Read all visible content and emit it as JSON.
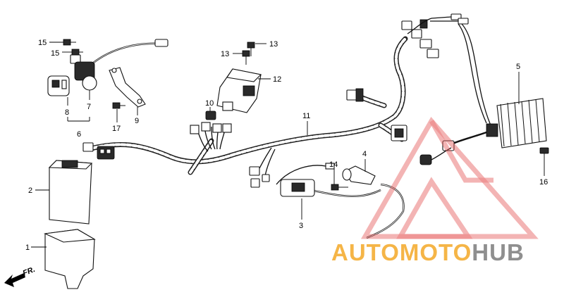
{
  "callouts": [
    {
      "id": "c15a",
      "text": "15"
    },
    {
      "id": "c15b",
      "text": "15"
    },
    {
      "id": "c8",
      "text": "8"
    },
    {
      "id": "c7",
      "text": "7"
    },
    {
      "id": "c6",
      "text": "6"
    },
    {
      "id": "c17",
      "text": "17"
    },
    {
      "id": "c9",
      "text": "9"
    },
    {
      "id": "c13a",
      "text": "13"
    },
    {
      "id": "c13b",
      "text": "13"
    },
    {
      "id": "c12",
      "text": "12"
    },
    {
      "id": "c10",
      "text": "10"
    },
    {
      "id": "c11",
      "text": "11"
    },
    {
      "id": "c5",
      "text": "5"
    },
    {
      "id": "c16",
      "text": "16"
    },
    {
      "id": "c4",
      "text": "4"
    },
    {
      "id": "c14",
      "text": "14"
    },
    {
      "id": "c3",
      "text": "3"
    },
    {
      "id": "c2",
      "text": "2"
    },
    {
      "id": "c1",
      "text": "1"
    }
  ],
  "direction_label": "FR.",
  "watermark": {
    "part1": "AUTOMOTO",
    "part2": "HUB",
    "color1": "#f5b547",
    "color2": "#8f8f8f",
    "triangle_color": "#e65a5a"
  }
}
